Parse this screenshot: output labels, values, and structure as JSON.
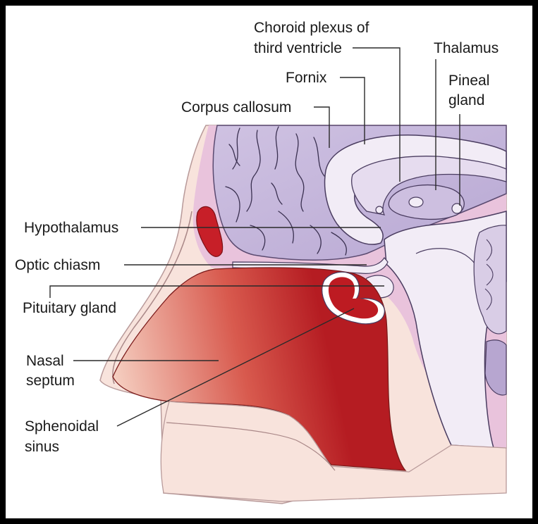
{
  "labels": {
    "choroid_line1": "Choroid plexus of",
    "choroid_line2": "third ventricle",
    "thalamus": "Thalamus",
    "fornix": "Fornix",
    "pineal_line1": "Pineal",
    "pineal_line2": "gland",
    "corpus_callosum": "Corpus callosum",
    "hypothalamus": "Hypothalamus",
    "optic_chiasm": "Optic chiasm",
    "pituitary_gland": "Pituitary gland",
    "nasal_line1": "Nasal",
    "nasal_line2": "septum",
    "sphenoidal_line1": "Sphenoidal",
    "sphenoidal_line2": "sinus"
  },
  "colors": {
    "frame": "#000000",
    "skin": "#f8e3dc",
    "pink_tissue": "#e9c3dc",
    "brain_purple": "#c7b8dc",
    "brain_light": "#f2ecf6",
    "nasal_red_dark": "#b51c22",
    "nasal_red_light": "#f6d2c4",
    "pituitary_red": "#bd1b22"
  }
}
